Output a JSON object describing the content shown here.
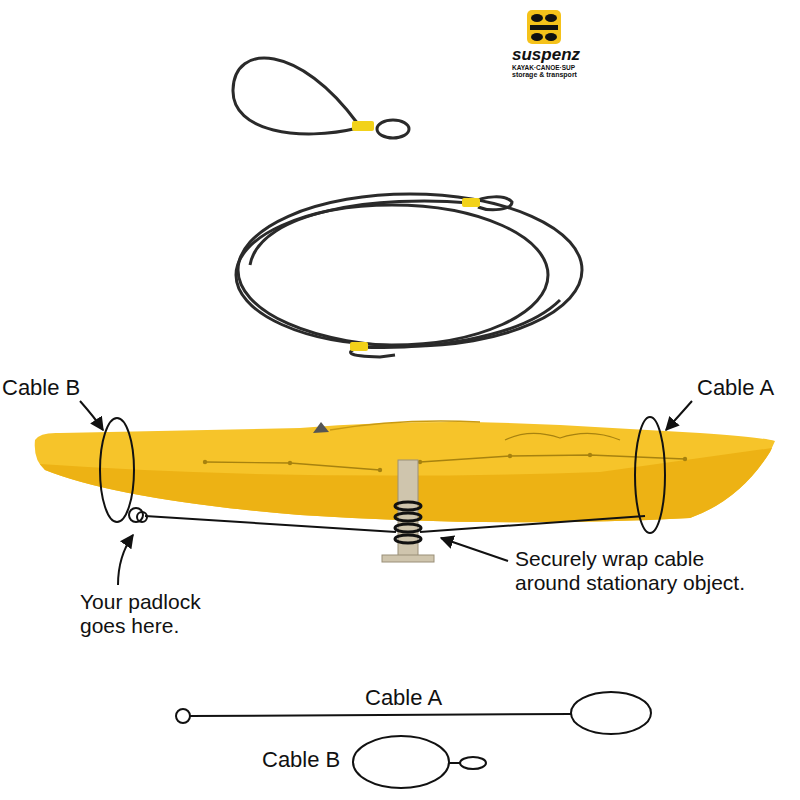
{
  "diagram": {
    "labels": [
      "suspenz",
      "KAYAK·CANOE·SUP",
      "storage & transport",
      "Cable B",
      "Cable A",
      "Your padlock goes here.",
      "Securely wrap cable around stationary object.",
      "Cable A",
      "Cable B"
    ]
  }
}
